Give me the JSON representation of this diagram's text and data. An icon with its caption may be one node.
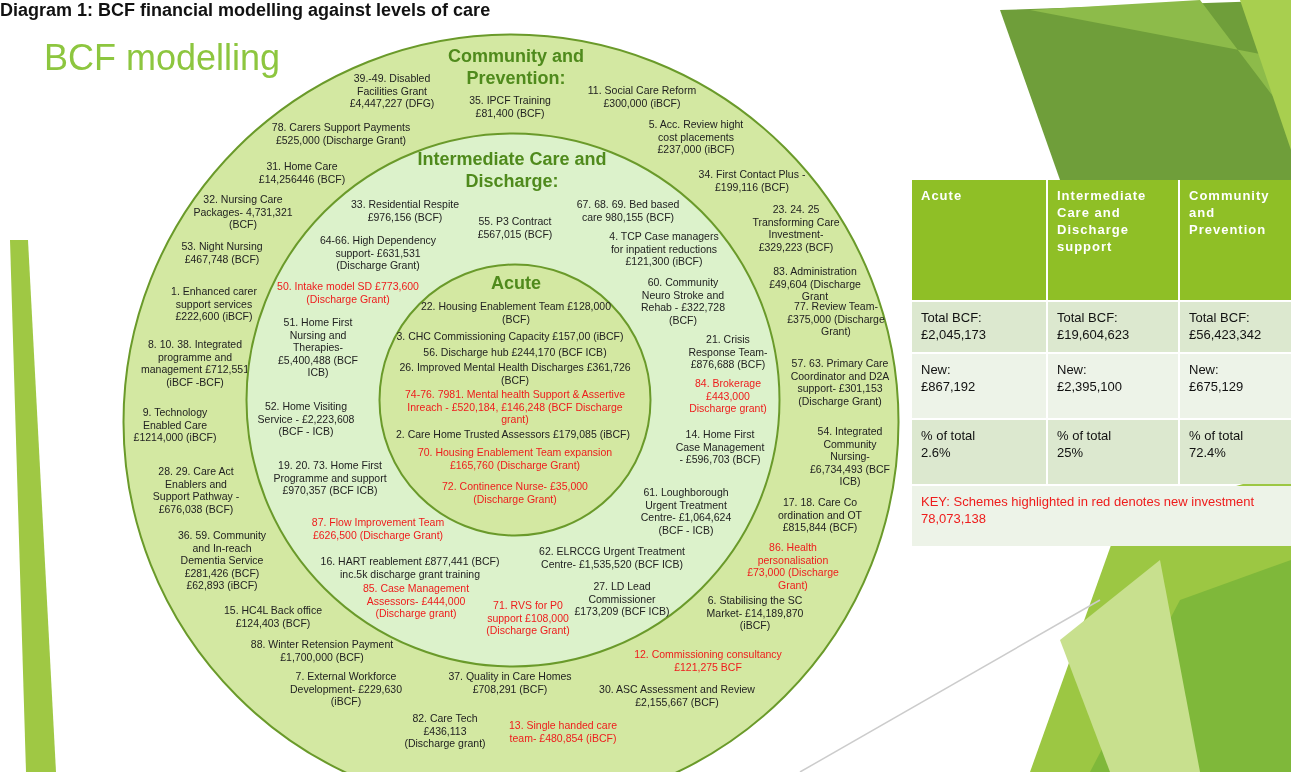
{
  "diagram": {
    "title": "Diagram 1: BCF financial modelling against levels of care",
    "nodes": [
      {
        "text": [
          "Community and Prevention:",
          "39.-49. Disabled Facilities Grant £4,447,227 (DFG)",
          "35. IPCF Training £81,400 (BCF)",
          "11. Social Care Reform £300,000 (iBCF)",
          "78. Carers Support Payments £525,000 (Discharge Grant)",
          "5. Acc. Review hight cost placements £237,000 (iBCF)",
          "34. First Contact Plus - £199,116 (BCF)",
          "31. Home Care £14,256446 (BCF)",
          "32. Nursing Care Packages- 4,731,321 (BCF)",
          "23. 24. 25 Transforming Care Investment- £329,223 (BCF)",
          "53. Night Nursing £467,748 (BCF)",
          "83. Administration £49,604 (Discharge Grant",
          "77. Review Team- £375,000 (Discharge Grant)",
          "1. Enhanced carer support services £222,600 (iBCF)",
          "8. 10. 38. Integrated programme and management £712,551 (iBCF -BCF)",
          "57. 63. Primary Care Coordinator and D2A support- £301,153 (Discharge Grant)",
          "9. Technology Enabled Care £1214,000 (iBCF)",
          "54. Integrated Community Nursing- £6,734,493 (BCF ICB)",
          "28. 29. Care Act Enablers and Support Pathway - £676,038 (BCF)",
          "17. 18. Care Co ordination and OT £815,844 (BCF)",
          "36. 59. Community and In-reach Dementia Service £281,426 (BCF) £62,893 (iBCF)",
          "86. Health personalisation £73,000 (Discharge Grant)",
          "15. HC4L Back office £124,403 (BCF)",
          "6. Stabilising the SC Market- £14,189,870 (iBCF)",
          "88. Winter Retension Payment £1,700,000 (BCF)",
          "12. Commissioning consultancy £121,275 BCF",
          "7. External Workforce Development- £229,630 (iBCF)",
          "37. Quality in Care Homes £708,291 (BCF)",
          "30. ASC Assessment and Review £2,155,667 (BCF)",
          "82. Care Tech £436,113 (Discharge grant)",
          "13. Single handed care team- £480,854 (iBCF)"
        ]
      },
      {
        "text": [
          "Intermediate Care and Discharge:",
          "33. Residential Respite £976,156 (BCF)",
          "55. P3 Contract £567,015 (BCF)",
          "67. 68. 69. Bed based care 980,155 (BCF)",
          "64-66. High Dependency support- £631,531 (Discharge Grant)",
          "4. TCP Case managers for inpatient reductions £121,300 (iBCF)",
          "50. Intake model SD £773,600 (Discharge Grant)",
          "60. Community Neuro Stroke and Rehab - £322,728 (BCF)",
          "51. Home First Nursing and Therapies- £5,400,488 (BCF ICB)",
          "21. Crisis Response Team- £876,688 (BCF)",
          "84. Brokerage £443,000 Discharge grant)",
          "52. Home Visiting Service - £2,223,608 (BCF - ICB)",
          "14. Home First Case Management - £596,703 (BCF)",
          "19. 20. 73. Home First Programme and support £970,357 (BCF ICB)",
          "87. Flow Improvement Team £626,500 (Discharge Grant)",
          "61. Loughborough Urgent Treatment Centre- £1,064,624 (BCF - ICB)",
          "16. HART reablement £877,441 (BCF) inc.5k discharge grant training",
          "62. ELRCCG Urgent Treatment Centre- £1,535,520 (BCF ICB)",
          "85. Case Management Assessors- £444,000 (Discharge grant)",
          "71. RVS for P0 support £108,000 (Discharge Grant)",
          "27. LD Lead Commissioner £173,209 (BCF ICB)"
        ],
        "in": 0
      },
      {
        "text": [
          "Acute",
          "22. Housing Enablement Team £128,000 (BCF)",
          "3. CHC Commissioning Capacity £157,00 (iBCF)",
          "56. Discharge hub £244,170 (BCF ICB)",
          "26. Improved Mental Health Discharges £361,726 (BCF)",
          "74-76. 7981. Mental health Support & Assertive Inreach - £520,184, £146,248 (BCF Discharge grant)",
          "2. Care Home Trusted Assessors £179,085 (iBCF)",
          "70. Housing Enablement Team expansion £165,760 (Discharge Grant)",
          "72. Continence Nurse- £35,000 (Discharge Grant)"
        ],
        "in": 1
      }
    ],
    "labels": [
      "BCF modelling",
      "Acute",
      "Intermediate Care and Discharge support",
      "Community and Prevention",
      "Total BCF:",
      "£2,045,173",
      "Total BCF:",
      "£19,604,623",
      "Total BCF:",
      "£56,423,342",
      "New:",
      "£867,192",
      "New:",
      "£2,395,100",
      "New:",
      "£675,129",
      "% of total",
      "2.6%",
      "% of total",
      "25%",
      "% of total",
      "72.4%",
      "KEY: Schemes highlighted in red denotes new investment 78,073,138"
    ]
  }
}
